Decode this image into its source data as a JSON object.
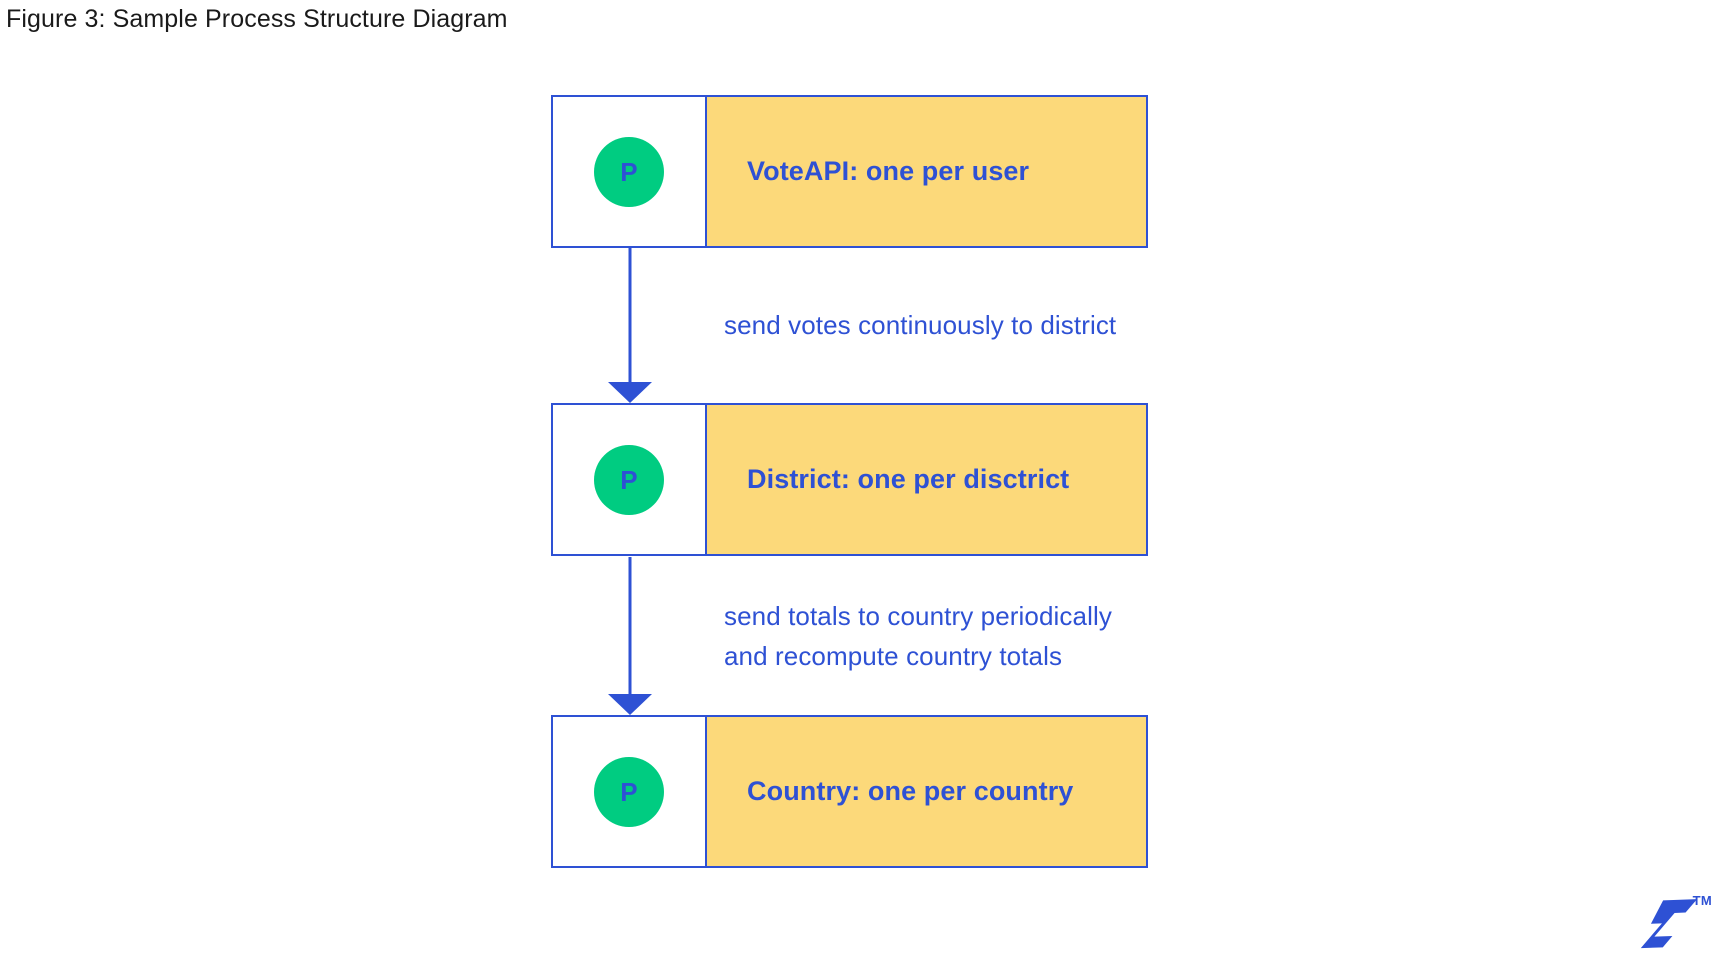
{
  "figure": {
    "caption": "Figure 3: Sample Process Structure Diagram"
  },
  "diagram": {
    "type": "flowchart",
    "orientation": "vertical",
    "colors": {
      "accent_blue": "#2E51D4",
      "node_fill": "#FCD97A",
      "badge_green": "#00CC81",
      "icon_cell_fill": "#FFFFFF",
      "caption_text": "#1A1A1A",
      "page_background": "#FFFFFF"
    },
    "nodes": [
      {
        "id": "voteapi",
        "badge": "P",
        "badge_meaning": "process",
        "label": "VoteAPI: one per user"
      },
      {
        "id": "district",
        "badge": "P",
        "badge_meaning": "process",
        "label": "District: one per disctrict"
      },
      {
        "id": "country",
        "badge": "P",
        "badge_meaning": "process",
        "label": "Country: one per country"
      }
    ],
    "edges": [
      {
        "id": "edge-voteapi-district",
        "from": "voteapi",
        "to": "district",
        "arrow": "down",
        "label_lines": [
          "send votes continuously to district"
        ]
      },
      {
        "id": "edge-district-country",
        "from": "district",
        "to": "country",
        "arrow": "down",
        "label_lines": [
          "send totals to country periodically",
          "and recompute country totals"
        ]
      }
    ]
  },
  "brand": {
    "name": "toptal-logo",
    "trademark": "TM"
  }
}
